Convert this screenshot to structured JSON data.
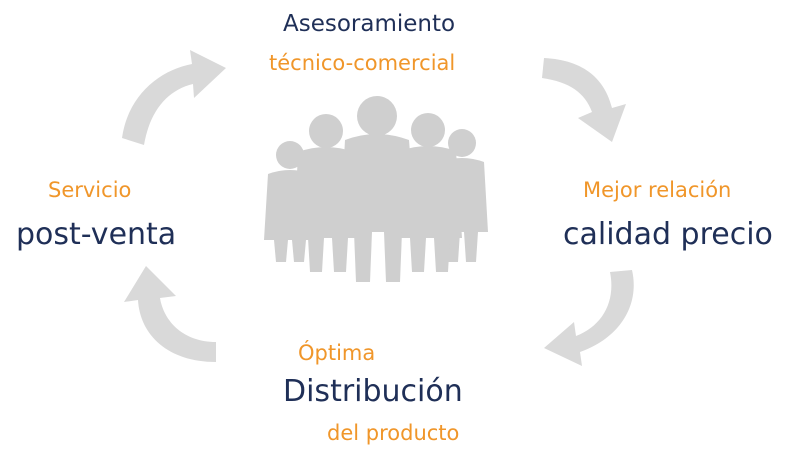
{
  "colors": {
    "navy": "#1f2f57",
    "orange": "#f0962a",
    "arrow": "#d9d9d9",
    "people": "#cfcfcf"
  },
  "top": {
    "title": "Asesoramiento",
    "subtitle": "técnico-comercial"
  },
  "right": {
    "subtitle": "Mejor relación",
    "title": "calidad precio"
  },
  "bottom": {
    "pre": "Óptima",
    "title": "Distribución",
    "post": "del producto"
  },
  "left": {
    "subtitle": "Servicio",
    "title": "post-venta"
  },
  "icons": {
    "center": "people-group-icon",
    "arrows": "circular-arrow-icon"
  }
}
